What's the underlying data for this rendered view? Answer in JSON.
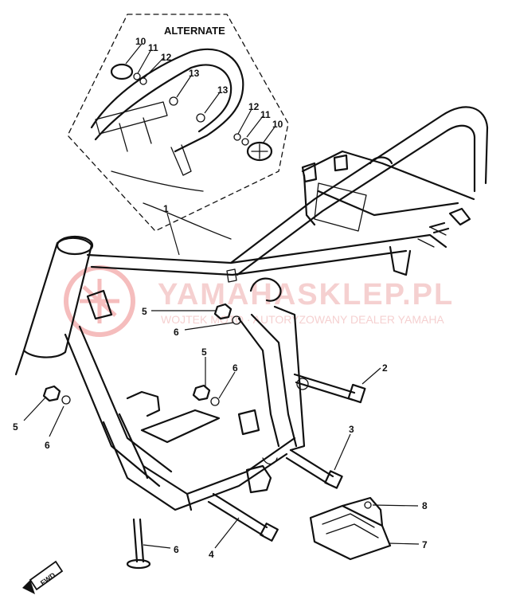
{
  "alternate_label": "ALTERNATE",
  "callouts": [
    "1",
    "2",
    "3",
    "4",
    "5",
    "5",
    "5",
    "6",
    "6",
    "6",
    "6",
    "7",
    "8",
    "10",
    "11",
    "12",
    "13",
    "13",
    "12",
    "11",
    "10"
  ],
  "fwd_label": "FWD",
  "watermark": {
    "brand": "YAMAHASKLEP.PL",
    "tagline": "WOJTEK MOTO · AUTORYZOWANY DEALER YAMAHA",
    "color": "#f0a8a8"
  },
  "colors": {
    "line": "#111111",
    "background": "#ffffff"
  }
}
